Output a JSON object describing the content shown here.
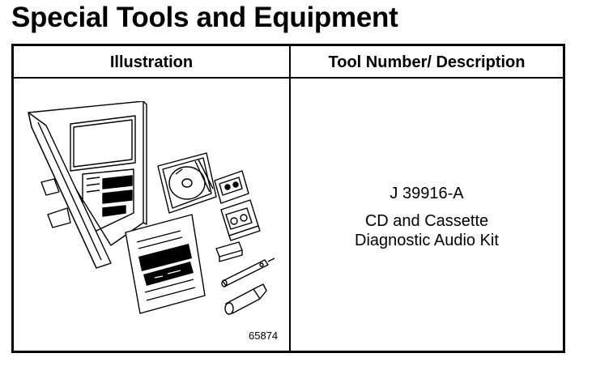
{
  "page": {
    "title": "Special Tools and Equipment"
  },
  "table": {
    "headers": {
      "illustration": "Illustration",
      "description": "Tool Number/ Description"
    },
    "rows": [
      {
        "figure_number": "65874",
        "tool_number": "J 39916-A",
        "description_lines": [
          "CD and Cassette",
          "Diagnostic Audio Kit"
        ]
      }
    ]
  }
}
